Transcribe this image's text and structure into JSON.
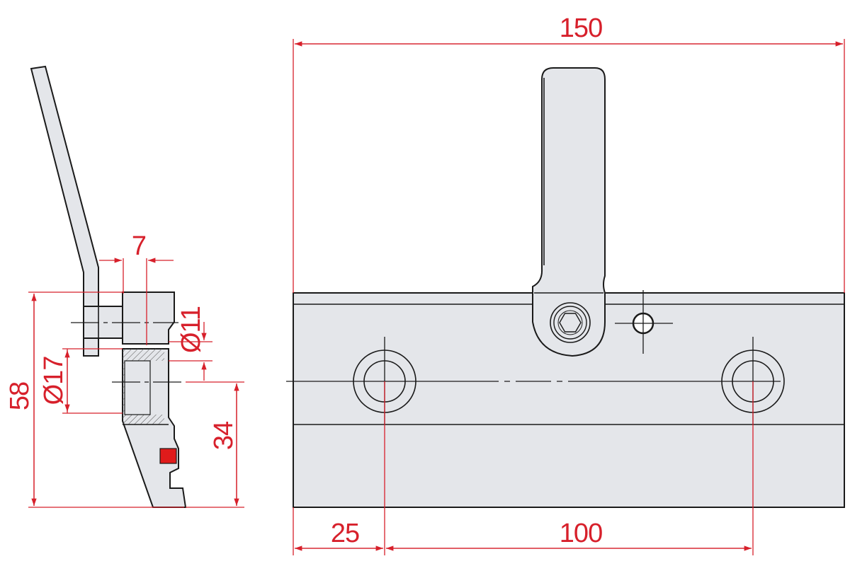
{
  "dimensions": {
    "overall_length": "150",
    "hole_offset": "25",
    "hole_spacing": "100",
    "lever_thickness": "7",
    "pin_diameter": "Ø11",
    "counterbore_diameter": "Ø17",
    "total_height": "58",
    "hole_height": "34"
  },
  "colors": {
    "dimension": "#d7202b",
    "part_fill": "#e4e6ea",
    "outline": "#1a1a1a",
    "marker": "#e01b1b"
  }
}
